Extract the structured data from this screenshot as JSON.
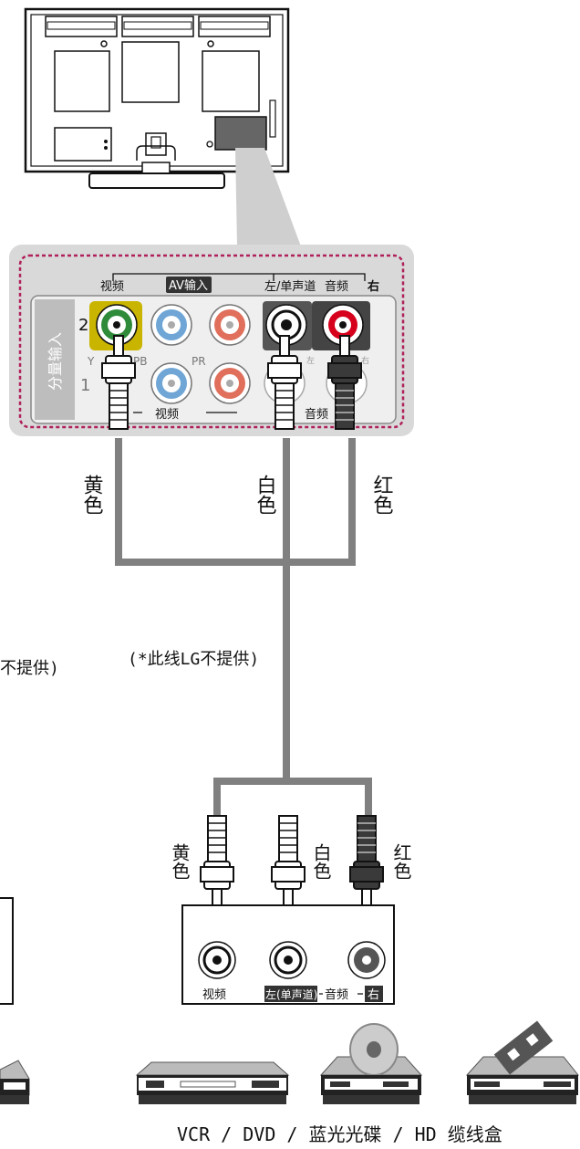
{
  "panel": {
    "video_label": "视频",
    "av_input_label": "AV输入",
    "left_mono_label": "左/单声道",
    "audio_label": "音频",
    "right_label": "右",
    "component_input_label": "分量输入",
    "row2_label": "2",
    "row1_label": "1",
    "y_label": "Y",
    "pb_label": "PB",
    "pr_label": "PR",
    "component_video_label": "视频",
    "component_audio_label": "音频",
    "small_left_label": "左",
    "small_right_label": "右"
  },
  "cables": {
    "yellow_label": "黄色",
    "white_label": "白色",
    "red_label": "红色",
    "note": "(*此线LG不提供)",
    "left_partial_note": "不提供)"
  },
  "device": {
    "video_label": "视频",
    "left_mono_label": "左(单声道)",
    "audio_label": "音频",
    "right_label": "右"
  },
  "footer": {
    "caption": "VCR / DVD / 蓝光光碟 / HD 缆线盒"
  },
  "colors": {
    "yellow": "#c9b400",
    "green": "#2e8b3a",
    "blue": "#6fa6d6",
    "red_jack": "#e0705c",
    "dark_red": "#d6001c",
    "cable": "#808080",
    "panel_bg": "#d9d9d9",
    "dashed_border": "#b0205a"
  },
  "icons": [
    "tv-back-icon",
    "rca-plug-icon",
    "disc-icon",
    "tape-icon",
    "player-icon"
  ]
}
